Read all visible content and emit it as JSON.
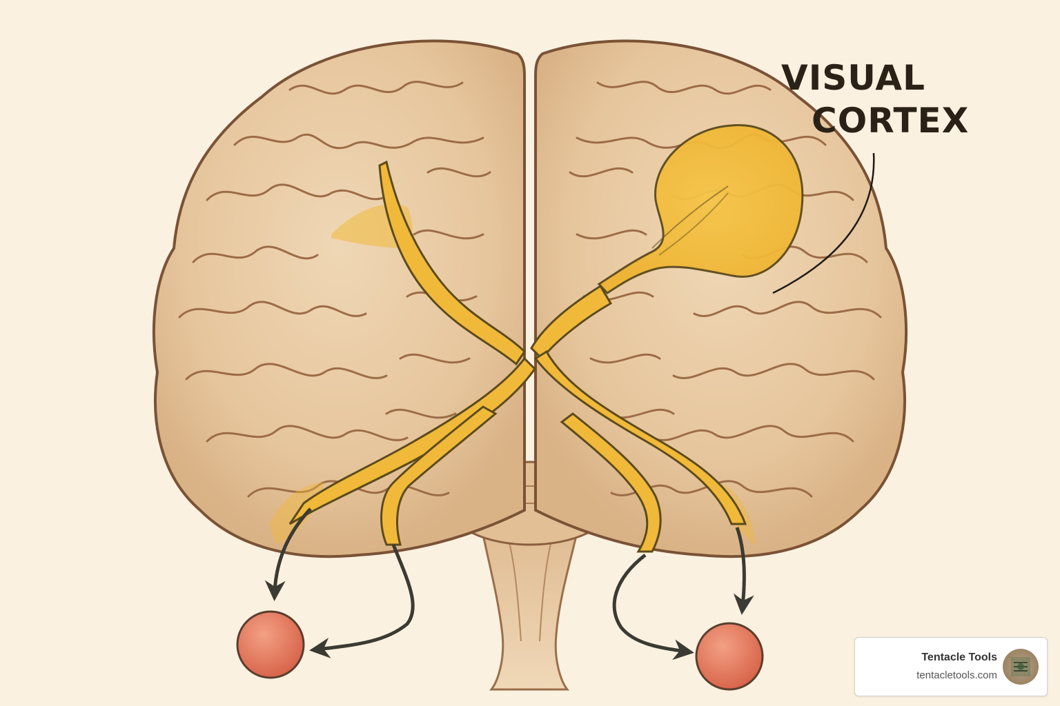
{
  "diagram": {
    "label": {
      "line1": "VISUAL",
      "line2": "CORTEX"
    },
    "colors": {
      "background": "#fbf1e0",
      "brain": "#e8c9a1",
      "brain_outline": "#7a5236",
      "pathway": "#f0b93a",
      "pathway_outline": "#5c4a1c",
      "eye": "#e27a5e",
      "arrow": "#3b3a33"
    }
  },
  "brand": {
    "name": "Tentacle Tools",
    "url": "tentacletools.com",
    "logo_icon": "tentacle-tools-logo-icon"
  }
}
